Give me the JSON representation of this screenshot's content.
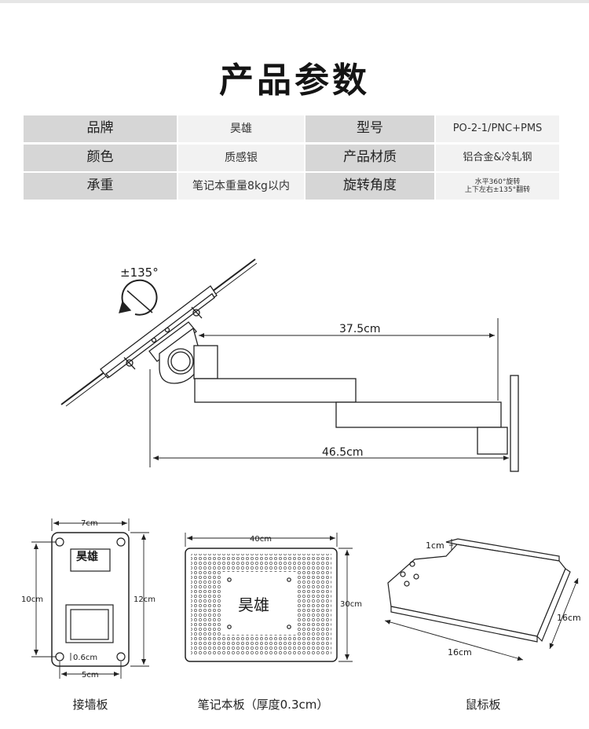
{
  "title": "产品参数",
  "specs": [
    {
      "label": "品牌",
      "value": "昊雄",
      "label2": "型号",
      "value2": "PO-2-1/PNC+PMS"
    },
    {
      "label": "颜色",
      "value": "质感银",
      "label2": "产品材质",
      "value2": "铝合金&冷轧钢"
    },
    {
      "label": "承重",
      "value": "笔记本重量8kg以内",
      "label2": "旋转角度",
      "value2_line1": "水平360°旋转",
      "value2_line2": "上下左右±135°翻转"
    }
  ],
  "arm_diagram": {
    "rotation_label": "±135°",
    "reach_label": "37.5cm",
    "total_label": "46.5cm"
  },
  "wall_plate": {
    "width_label": "7cm",
    "height_inner_label": "10cm",
    "height_outer_label": "12cm",
    "hole_label": "0.6cm",
    "hole_spacing_label": "5cm",
    "brand_logo": "昊雄",
    "caption": "接墙板"
  },
  "laptop_tray": {
    "width_label": "40cm",
    "height_label": "30cm",
    "brand_logo": "昊雄",
    "caption": "笔记本板（厚度0.3cm）"
  },
  "mouse_tray": {
    "lip_label": "1cm",
    "depth_label": "16cm",
    "width_label": "16cm",
    "caption": "鼠标板"
  }
}
